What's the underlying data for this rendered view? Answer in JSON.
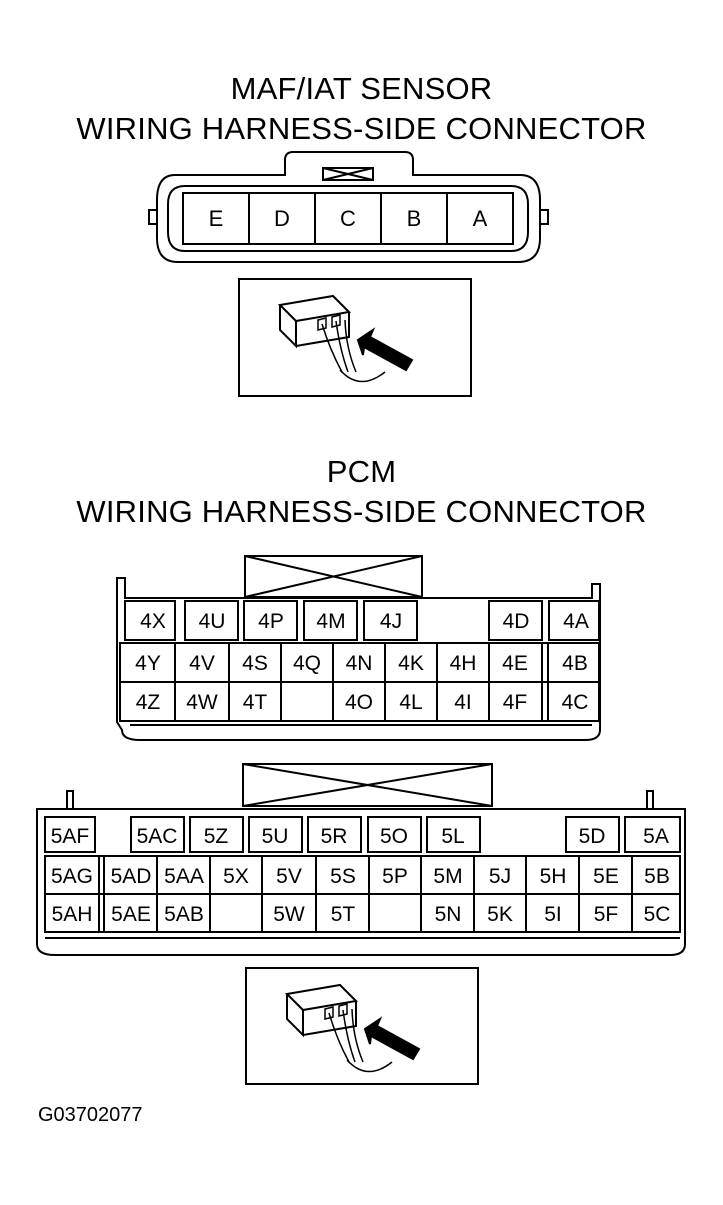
{
  "maf": {
    "title_line1": "MAF/IAT SENSOR",
    "title_line2": "WIRING HARNESS-SIDE CONNECTOR",
    "pins": [
      "E",
      "D",
      "C",
      "B",
      "A"
    ]
  },
  "pcm": {
    "title_line1": "PCM",
    "title_line2": "WIRING HARNESS-SIDE CONNECTOR",
    "pins_4": [
      "4X",
      "4U",
      "4P",
      "4M",
      "4J",
      "4D",
      "4A",
      "4Y",
      "4V",
      "4S",
      "4Q",
      "4N",
      "4K",
      "4H",
      "4E",
      "4B",
      "4Z",
      "4W",
      "4T",
      "4O",
      "4L",
      "4I",
      "4F",
      "4C"
    ],
    "pins_5": [
      "5AF",
      "5AC",
      "5Z",
      "5U",
      "5R",
      "5O",
      "5L",
      "5D",
      "5A",
      "5AG",
      "5AD",
      "5AA",
      "5X",
      "5V",
      "5S",
      "5P",
      "5M",
      "5J",
      "5H",
      "5E",
      "5B",
      "5AH",
      "5AE",
      "5AB",
      "5W",
      "5T",
      "5N",
      "5K",
      "5I",
      "5F",
      "5C"
    ]
  },
  "figure_code": "G03702077"
}
